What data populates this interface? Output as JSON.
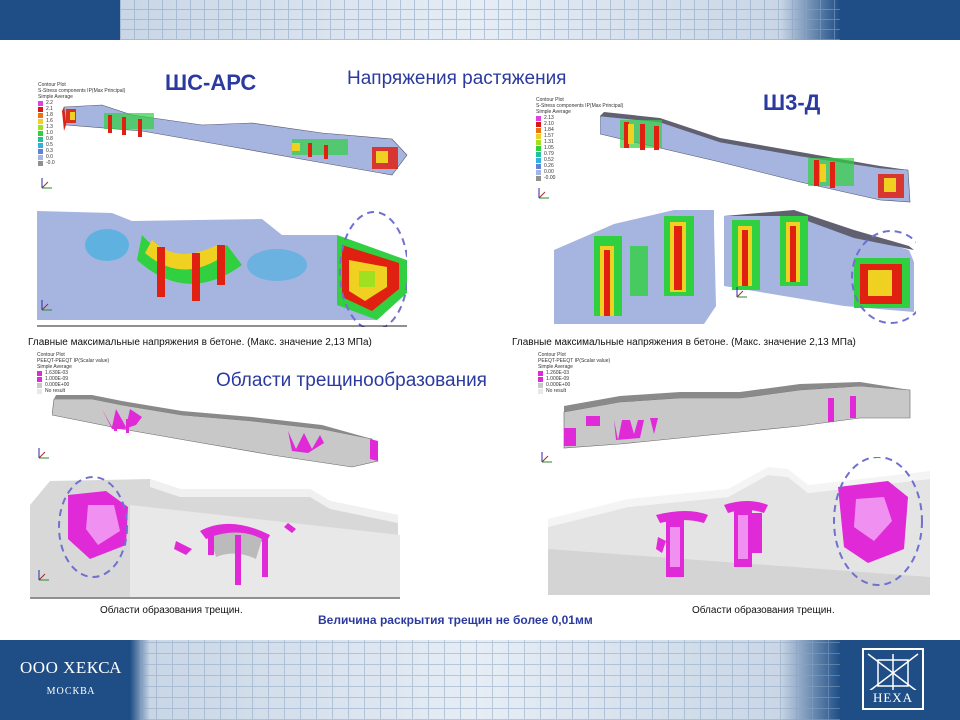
{
  "titles": {
    "left_model": "ШС-АРС",
    "right_model": "Ш3-Д",
    "tension": "Напряжения растяжения",
    "cracks": "Области трещинообразования"
  },
  "captions": {
    "stress_left": "Главные максимальные напряжения в бетоне. (Макс. значение 2,13 МПа)",
    "stress_right": "Главные максимальные напряжения в бетоне. (Макс. значение 2,13 МПа)",
    "cracks_left": "Области образования трещин.",
    "cracks_right": "Области образования трещин."
  },
  "crack_width_note": "Величина раскрытия трещин не более 0,01мм",
  "stress_legend_left": {
    "lines": [
      "Contour Plot",
      "S-Stress components IP(Max Principal)",
      "Simple Average"
    ],
    "values": [
      "2.2",
      "2.1",
      "1.8",
      "1.6",
      "1.3",
      "1.0",
      "0.8",
      "0.5",
      "0.3",
      "0.0",
      "-0.0"
    ]
  },
  "stress_legend_right": {
    "lines": [
      "Contour Plot",
      "S-Stress components IP(Max Principal)",
      "Simple Average"
    ],
    "values": [
      "2.13",
      "2.10",
      "1.84",
      "1.57",
      "1.31",
      "1.05",
      "0.79",
      "0.52",
      "0.26",
      "0.00",
      "-0.00"
    ]
  },
  "crack_legend_left": {
    "lines": [
      "Contour Plot",
      "PEEQT-PEEQT IP(Scalar value)",
      "Simple Average"
    ],
    "values": [
      "1.630E-03",
      "1.000E-09",
      "0.000E+00",
      "No result"
    ]
  },
  "crack_legend_right": {
    "lines": [
      "Contour Plot",
      "PEEQT-PEEQT IP(Scalar value)",
      "Simple Average"
    ],
    "values": [
      "1.260E-03",
      "1.000E-09",
      "0.000E+00",
      "No result"
    ]
  },
  "colors": {
    "heading": "#2b3aa0",
    "band": "#1f4e86",
    "crack": "#e02ad8",
    "concrete": "#c8c8c8",
    "stress_low": "#a6b4e0",
    "stress_high": "#e02010"
  },
  "footer": {
    "company": "ООО ХЕКСА",
    "city": "МОСКВА",
    "logo": "HEXA"
  }
}
